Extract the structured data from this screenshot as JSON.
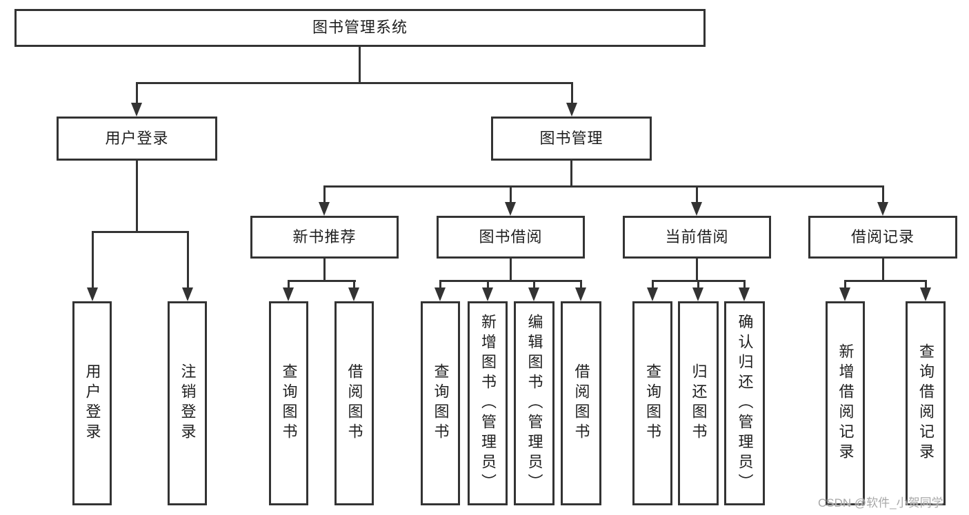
{
  "title": "图书管理系统",
  "watermark": "CSDN @软件_小贺同学",
  "colors": {
    "line": "#333333",
    "text": "#1f1f1f",
    "background": "#ffffff",
    "watermark": "#a8a8a8"
  },
  "nodes": {
    "root": {
      "label": "图书管理系统"
    },
    "level2": [
      {
        "label": "用户登录"
      },
      {
        "label": "图书管理"
      }
    ],
    "level3": [
      {
        "label": "新书推荐"
      },
      {
        "label": "图书借阅"
      },
      {
        "label": "当前借阅"
      },
      {
        "label": "借阅记录"
      }
    ],
    "leaves": {
      "user_login": [
        {
          "label": "用户登录"
        },
        {
          "label": "注销登录"
        }
      ],
      "new_book_recommend": [
        {
          "label": "查询图书"
        },
        {
          "label": "借阅图书"
        }
      ],
      "book_borrow": [
        {
          "label": "查询图书"
        },
        {
          "label": "新增图书（管理员）"
        },
        {
          "label": "编辑图书（管理员）"
        },
        {
          "label": "借阅图书"
        }
      ],
      "current_borrow": [
        {
          "label": "查询图书"
        },
        {
          "label": "归还图书"
        },
        {
          "label": "确认归还（管理员）"
        }
      ],
      "borrow_record": [
        {
          "label": "新增借阅记录"
        },
        {
          "label": "查询借阅记录"
        }
      ]
    }
  }
}
